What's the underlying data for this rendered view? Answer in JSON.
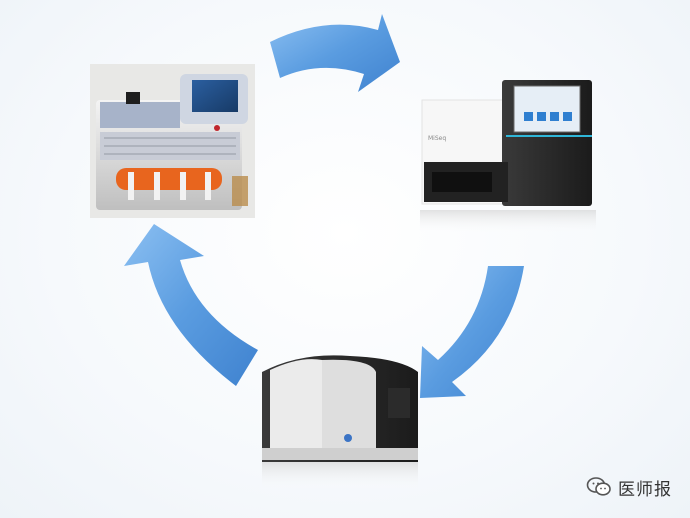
{
  "diagram": {
    "instruments": [
      {
        "id": "sample-prep-station",
        "label": ""
      },
      {
        "id": "benchtop-sequencer-a",
        "label": "MiSeq"
      },
      {
        "id": "benchtop-sequencer-b",
        "label": ""
      }
    ],
    "cycle": [
      "sample-prep-station",
      "benchtop-sequencer-a",
      "benchtop-sequencer-b"
    ],
    "arrow_color": "#5e9fe0",
    "arrow_count": 3
  },
  "watermark": {
    "text": "医师报",
    "icon": "wechat-icon"
  }
}
